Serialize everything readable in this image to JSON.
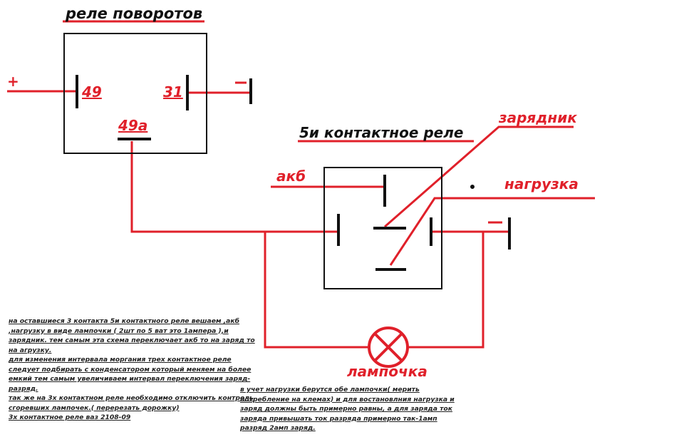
{
  "relay1": {
    "title": "реле поворотов",
    "plus": "+",
    "pin49": "49",
    "pin31": "31",
    "pin49a": "49a",
    "minus": "—"
  },
  "relay2": {
    "title": "5и контактное реле",
    "akb": "акб",
    "charger": "зарядник",
    "load": "нагрузка",
    "minus": "—"
  },
  "lamp": {
    "label": "лампочка"
  },
  "notes_left": [
    "на оставшиеся 3 контакта 5и контактного реле вешаем ,акб",
    ",нагрузку в виде лампочки ( 2шт по 5 ват это 1ампера ),и",
    "зарядник. тем самым эта схема переключает акб то на заряд то",
    "на агрузку.",
    "для изменения интервала моргания трех контактное реле",
    "следует подбирать с конденсатором который меняем на более",
    "емкий тем самым увеличиваем интервал переключения заряд-",
    "разряд.",
    "так же на 3х контактном реле необходимо отключить контроль",
    "сгоревших лампочек.( перерезать дорожку)",
    "3х контактное реле ваз 2108-09"
  ],
  "notes_right": [
    "в учет нагрузки берутся обе лампочки( мерить",
    "потребление на клемах) и для востановлния нагрузка и",
    "заряд должны быть примерно равны, а для заряда ток",
    "заряда привышать ток разряда примерно так-1амп",
    "разряд 2амп заряд."
  ],
  "colors": {
    "wire": "#e0202a",
    "part": "#111111"
  }
}
